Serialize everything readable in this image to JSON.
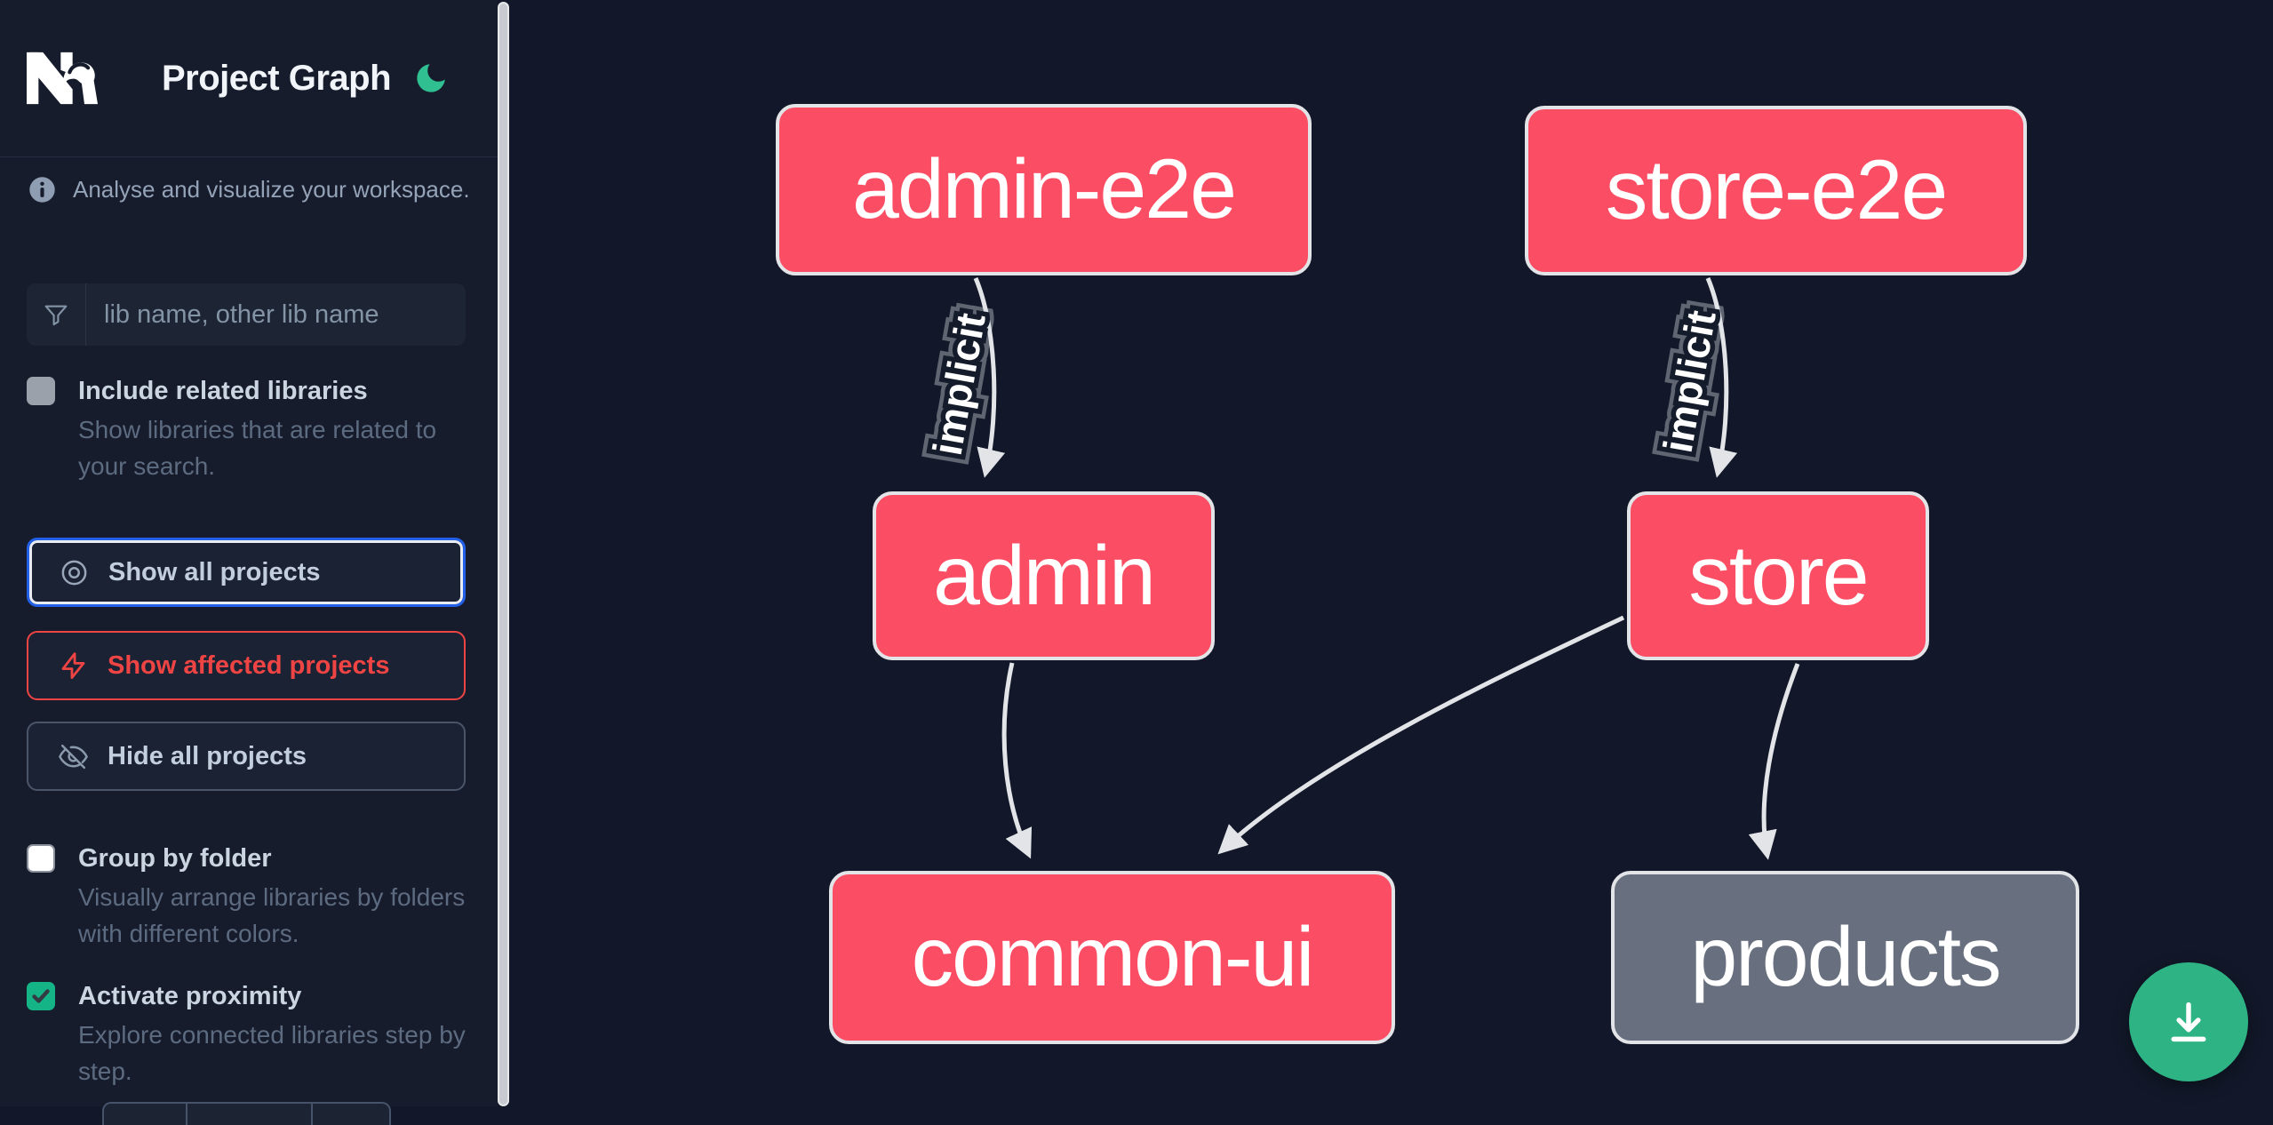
{
  "app": {
    "title": "Project Graph"
  },
  "sidebar": {
    "tagline": "Analyse and visualize your workspace.",
    "search_placeholder": "lib name, other lib name",
    "toggles": [
      {
        "label": "Include related libraries",
        "description": "Show libraries that are related to your search.",
        "checked": false
      },
      {
        "label": "Group by folder",
        "description": "Visually arrange libraries by folders with different colors.",
        "checked": false
      },
      {
        "label": "Activate proximity",
        "description": "Explore connected libraries step by step.",
        "checked": true
      }
    ],
    "buttons": [
      {
        "label": "Show all projects",
        "icon": "eye-icon"
      },
      {
        "label": "Show affected projects",
        "icon": "bolt-icon"
      },
      {
        "label": "Hide all projects",
        "icon": "eye-off-icon"
      }
    ]
  },
  "graph": {
    "nodes": [
      {
        "id": "admin-e2e",
        "label": "admin-e2e",
        "color": "#fb4e64"
      },
      {
        "id": "store-e2e",
        "label": "store-e2e",
        "color": "#fb4e64"
      },
      {
        "id": "admin",
        "label": "admin",
        "color": "#fb4e64"
      },
      {
        "id": "store",
        "label": "store",
        "color": "#fb4e64"
      },
      {
        "id": "common-ui",
        "label": "common-ui",
        "color": "#fb4e64"
      },
      {
        "id": "products",
        "label": "products",
        "color": "#68707f"
      }
    ],
    "edges": [
      {
        "source": "admin-e2e",
        "target": "admin",
        "label": "implicit"
      },
      {
        "source": "store-e2e",
        "target": "store",
        "label": "implicit"
      },
      {
        "source": "admin",
        "target": "common-ui",
        "label": ""
      },
      {
        "source": "store",
        "target": "common-ui",
        "label": ""
      },
      {
        "source": "store",
        "target": "products",
        "label": ""
      }
    ]
  },
  "colors": {
    "canvas_bg": "#121829",
    "sidebar_bg": "#161c2c",
    "node_pink": "#fb4e64",
    "node_gray": "#68707f",
    "node_border": "#e2e4e8",
    "edge": "#e2e4e8",
    "accent_blue": "#2360e8",
    "accent_red": "#ef4444",
    "accent_green": "#14b487",
    "fab_green": "#2eb385",
    "moon_green": "#2fbf90"
  }
}
